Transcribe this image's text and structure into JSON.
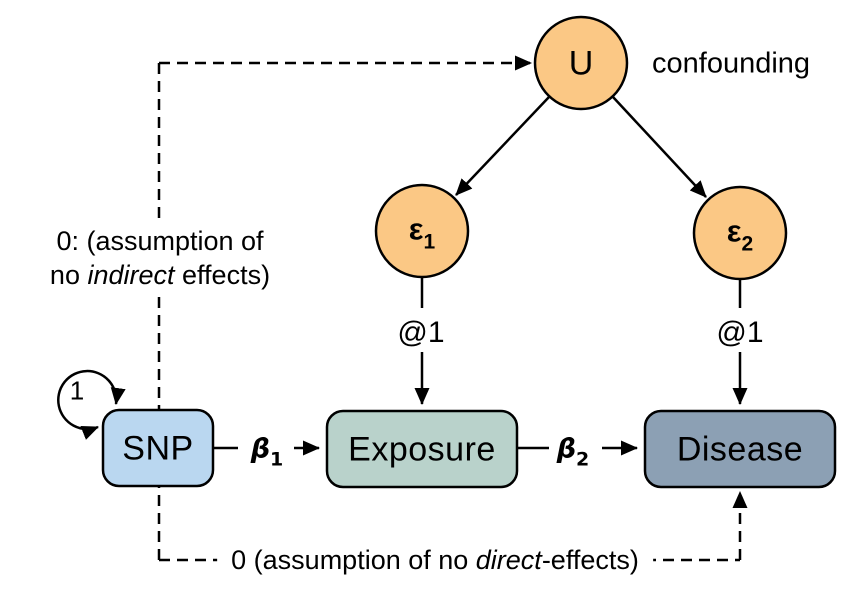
{
  "nodes": {
    "confounder": {
      "label": "U",
      "caption": "confounding"
    },
    "error1": {
      "base": "ε",
      "sub": "1"
    },
    "error2": {
      "base": "ε",
      "sub": "2"
    },
    "snp": {
      "label": "SNP"
    },
    "exposure": {
      "label": "Exposure"
    },
    "disease": {
      "label": "Disease"
    }
  },
  "edges": {
    "variance_loop_label": "1",
    "beta1": {
      "base": "β",
      "sub": "1"
    },
    "beta2": {
      "base": "β",
      "sub": "2"
    },
    "residual1_label": "@1",
    "residual2_label": "@1"
  },
  "annotations": {
    "no_indirect": {
      "line1": "0: (assumption of",
      "line2_pre": "no ",
      "line2_italic": "indirect",
      "line2_post": " effects)"
    },
    "no_direct": {
      "pre": "0 (assumption of no ",
      "italic": "direct",
      "post": "-effects)"
    }
  },
  "colors": {
    "circle_fill": "#FBC885",
    "snp_fill": "#BAD7F0",
    "exposure_fill": "#B9D2CB",
    "disease_fill": "#8CA0B4",
    "stroke": "#000000",
    "background": "#FFFFFF"
  }
}
